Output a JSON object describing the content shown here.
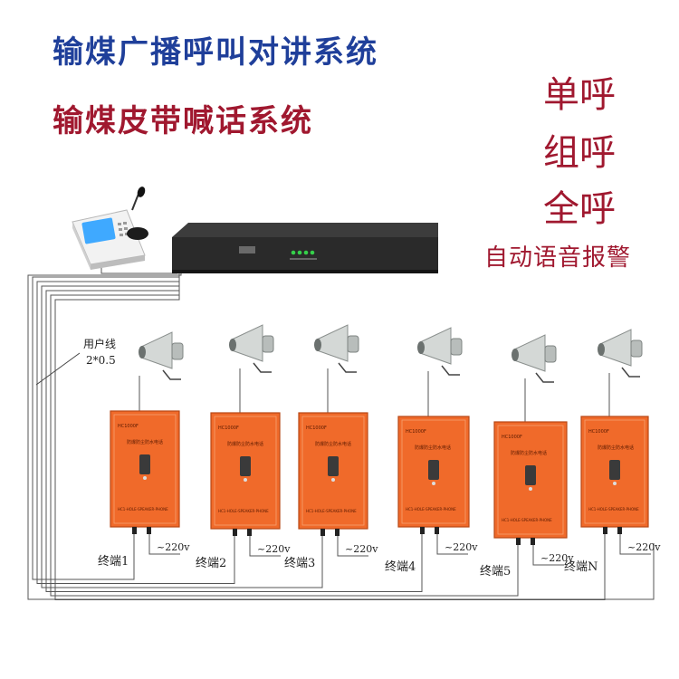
{
  "titles": {
    "line1": "输煤广播呼叫对讲系统",
    "line2": "输煤皮带喊话系统"
  },
  "modes": [
    "单呼",
    "组呼",
    "全呼",
    "自动语音报警"
  ],
  "cable_label": {
    "line1": "用户线",
    "line2": "2*0.5"
  },
  "power_label": "~220v",
  "terminals": [
    "终端1",
    "终端2",
    "终端3",
    "终端4",
    "终端5",
    "终端N"
  ],
  "device_text": {
    "model": "HC1000F",
    "name": "防爆防尘防水电话",
    "bottom": "HC1-HOLE-SPEAKER-PHONE"
  },
  "colors": {
    "title_blue": "#1f3f9a",
    "title_red": "#a0182f",
    "terminal_orange": "#f06a2a",
    "host_dark": "#2a2a2a",
    "led_green": "#35d04a",
    "wire": "#555555"
  },
  "icons": [
    "control-console-icon",
    "microphone-icon",
    "host-unit-icon",
    "horn-speaker-icon",
    "terminal-box-icon"
  ]
}
